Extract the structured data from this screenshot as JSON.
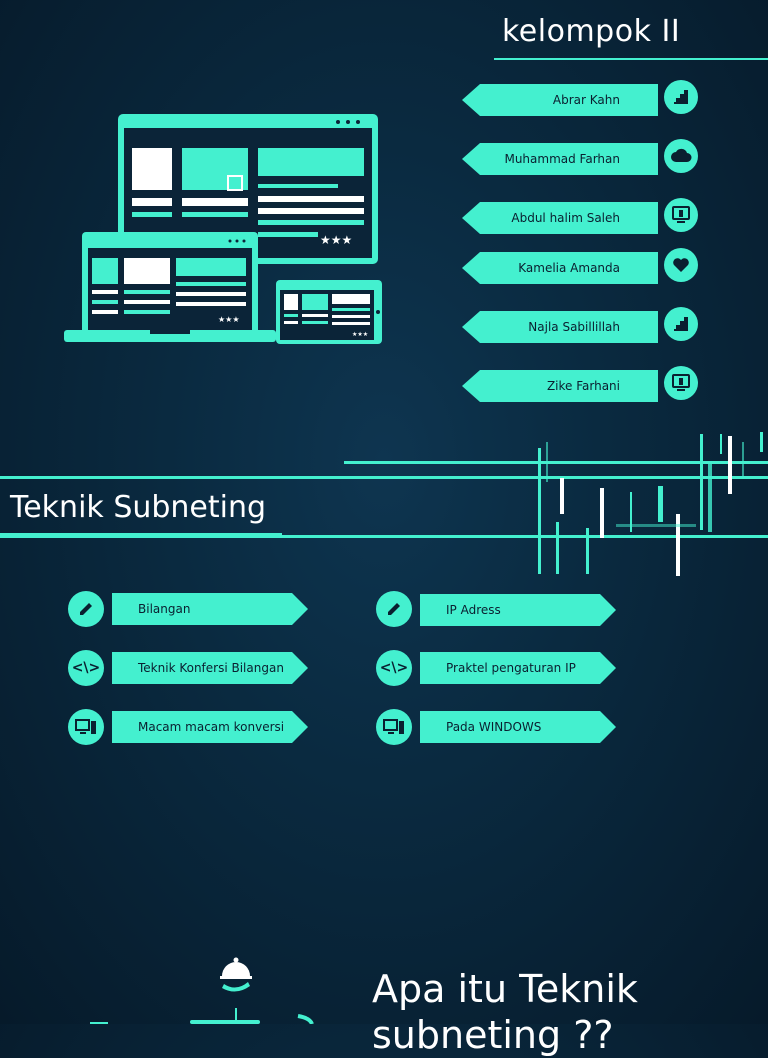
{
  "header": {
    "title": "kelompok II"
  },
  "members": [
    {
      "name": "Abrar Kahn",
      "icon": "stairs-icon"
    },
    {
      "name": "Muhammad Farhan",
      "icon": "cloud-icon"
    },
    {
      "name": "Abdul halim Saleh",
      "icon": "monitor-icon"
    },
    {
      "name": "Kamelia Amanda",
      "icon": "heart-icon"
    },
    {
      "name": "Najla Sabillillah",
      "icon": "stairs-icon"
    },
    {
      "name": "Zike Farhani",
      "icon": "monitor-icon"
    }
  ],
  "section": {
    "title": "Teknik Subneting"
  },
  "topics_left": [
    {
      "label": "Bilangan",
      "icon": "pencil-icon"
    },
    {
      "label": "Teknik Konfersi Bilangan",
      "icon": "code-icon"
    },
    {
      "label": "Macam macam konversi",
      "icon": "computer-icon"
    }
  ],
  "topics_right": [
    {
      "label": "IP Adress",
      "icon": "pencil-icon"
    },
    {
      "label": "Praktel pengaturan IP",
      "icon": "code-icon"
    },
    {
      "label": "Pada WINDOWS",
      "icon": "computer-icon"
    }
  ],
  "code_glyph": "<\\>",
  "question": {
    "text": "Apa itu Teknik subneting ??"
  },
  "colors": {
    "accent": "#44f0cf",
    "background": "#0a2a40",
    "text": "#ffffff"
  }
}
